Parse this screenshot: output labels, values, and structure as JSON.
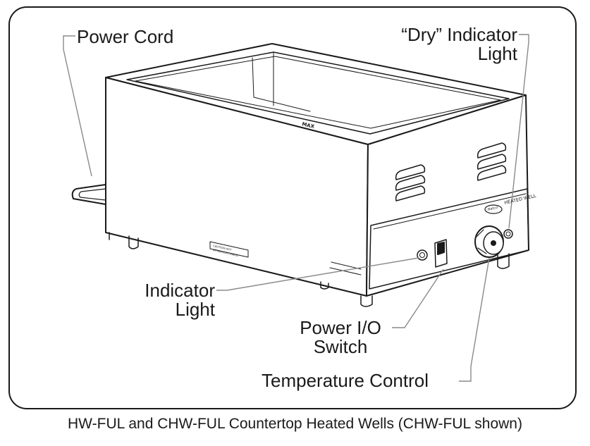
{
  "labels": {
    "power_cord": "Power Cord",
    "dry_indicator_line1": "“Dry” Indicator",
    "dry_indicator_line2": "Light",
    "indicator_line1": "Indicator",
    "indicator_line2": "Light",
    "power_switch_line1": "Power I/O",
    "power_switch_line2": "Switch",
    "temperature_control": "Temperature Control"
  },
  "product_markings": {
    "max": "MAX",
    "heated_well": "HEATED WELL",
    "brand": "Hatco",
    "caution_line1": "CAUTION  HOT",
    "caution_line2": "ATTENTION  CHAUD"
  },
  "caption": "HW-FUL and CHW-FUL Countertop Heated Wells (CHW-FUL shown)"
}
